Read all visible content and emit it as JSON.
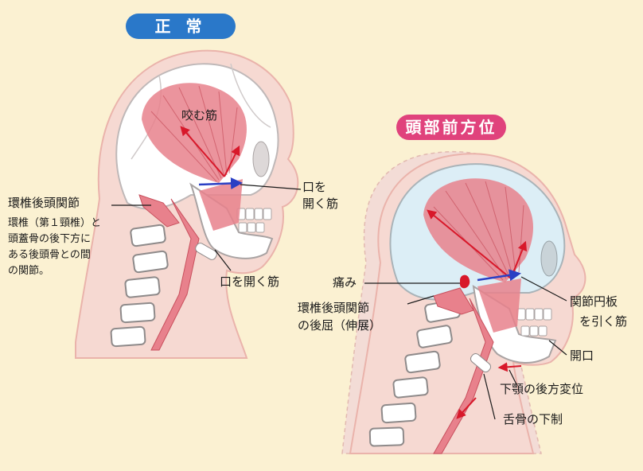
{
  "titles": {
    "normal": "正 常",
    "forward_head": "頭部前方位"
  },
  "normal_labels": {
    "bite_muscle": "咬む筋",
    "open_mouth_muscle_line1": "口を",
    "open_mouth_muscle_line2": "開く筋",
    "atlanto_occipital_joint": "環椎後頭関節",
    "joint_desc_line1": "環椎（第１頸椎）と",
    "joint_desc_line2": "頭蓋骨の後下方に",
    "joint_desc_line3": "ある後頭骨との間",
    "joint_desc_line4": "の関節。",
    "open_mouth_muscle_lower": "口を開く筋"
  },
  "forward_labels": {
    "pain": "痛み",
    "joint_flexion_line1": "環椎後頭関節",
    "joint_flexion_line2": "の後屈（伸展）",
    "disc_pull_line1": "関節円板",
    "disc_pull_line2": "を引く筋",
    "mouth_open": "開口",
    "mandible_posterior": "下顎の後方変位",
    "hyoid_depression": "舌骨の下制"
  },
  "colors": {
    "background": "#fbf1d2",
    "normal_badge": "#2a78c9",
    "forward_badge": "#e0427c",
    "skin": "#f6d9d2",
    "muscle": "#e8818c",
    "arrow_red": "#d8182a",
    "arrow_blue": "#2a3fc4"
  }
}
